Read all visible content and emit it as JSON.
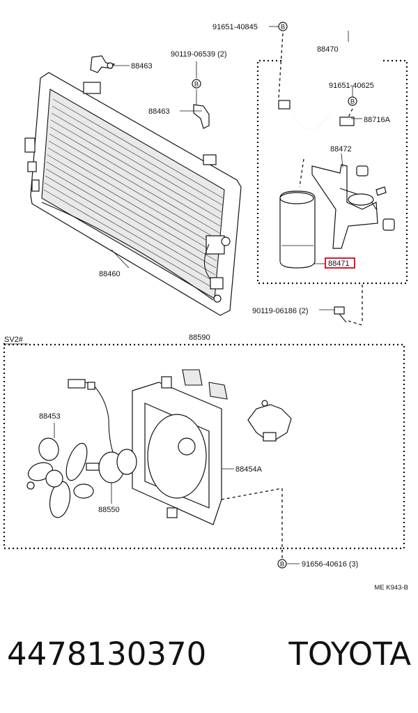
{
  "diagram": {
    "callouts": {
      "c88463a": "88463",
      "c90119a": "90119-06539 (2)",
      "c88463b": "88463",
      "c88460": "88460",
      "c91651a": "91651-40845",
      "c88470": "88470",
      "c91651b": "91651-40625",
      "c88716a": "88716A",
      "c88472": "88472",
      "c88471": "88471",
      "c90119b": "90119-06186 (2)",
      "cSV2": "SV2#",
      "c88590": "88590",
      "c88453": "88453",
      "c88454a": "88454A",
      "c88550": "88550",
      "c91656": "91656-40616 (3)"
    },
    "b_marker": "B",
    "figure_code": "ME K943-B",
    "highlight_color": "#d9001b"
  },
  "footer": {
    "part_number": "4478130370",
    "brand": "TOYOTA"
  }
}
